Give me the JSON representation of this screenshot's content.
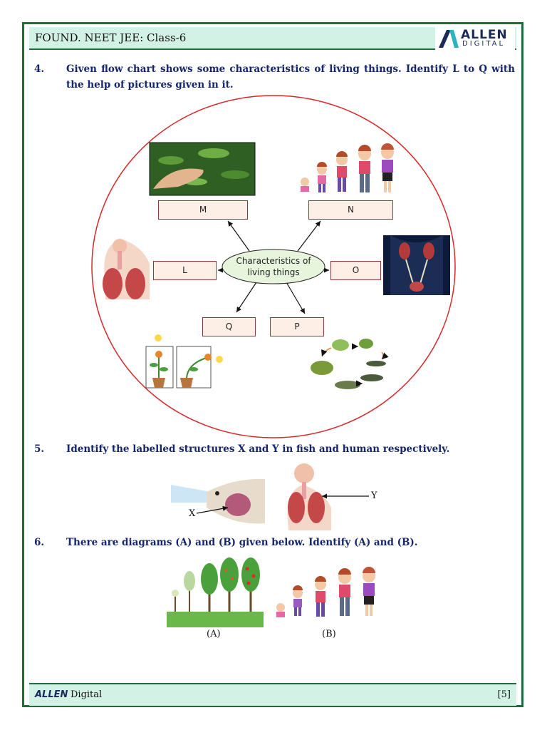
{
  "header": {
    "title": "FOUND. NEET JEE: Class-6",
    "logo_main": "ALLEN",
    "logo_sub": "DIGITAL"
  },
  "questions": [
    {
      "number": "4.",
      "text": "Given flow chart shows some characteristics of living things. Identify L to Q with the help of pictures given in it."
    },
    {
      "number": "5.",
      "text": "Identify the labelled structures X and Y in fish and human respectively."
    },
    {
      "number": "6.",
      "text": "There are diagrams (A) and (B) given below. Identify (A) and (B)."
    }
  ],
  "flowchart": {
    "center_line1": "Characteristics of",
    "center_line2": "living things",
    "labels": {
      "M": "M",
      "N": "N",
      "L": "L",
      "O": "O",
      "Q": "Q",
      "P": "P"
    }
  },
  "q5_labels": {
    "x": "X",
    "y": "Y"
  },
  "q6_labels": {
    "a": "(A)",
    "b": "(B)"
  },
  "footer": {
    "brand": "ALLEN",
    "digital": "Digital",
    "page": "[5]"
  },
  "colors": {
    "frame": "#1e6e3a",
    "header_bg": "#d2f2e6",
    "question_text": "#16266a",
    "circle": "#d62828"
  }
}
